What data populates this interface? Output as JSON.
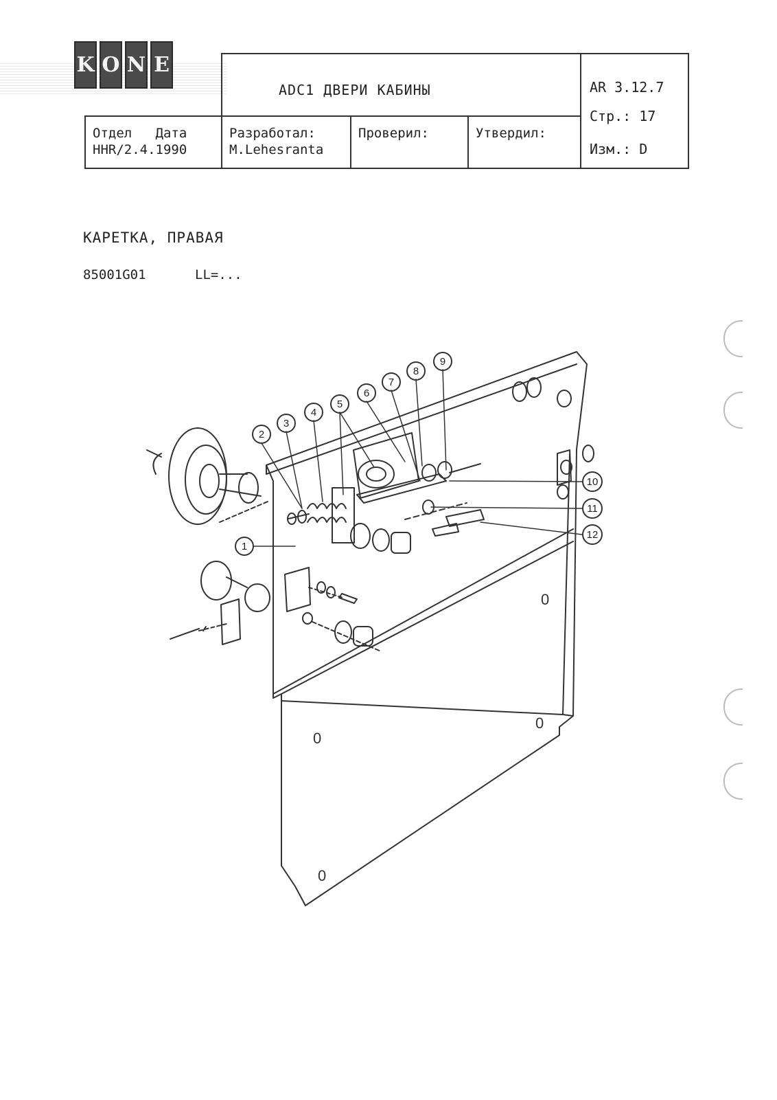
{
  "logo": {
    "letters": [
      "K",
      "O",
      "N",
      "E"
    ]
  },
  "title_block": {
    "title": "ADC1 ДВЕРИ КАБИНЫ",
    "code": "AR 3.12.7",
    "page_label": "Стр.: 17",
    "revision_label": "Изм.: D",
    "department": "Отдел   Дата\nHHR/2.4.1990",
    "designed_by": "Разработал:\nM.Lehesranta",
    "checked_by": "Проверил:",
    "approved_by": "Утвердил:"
  },
  "content": {
    "heading": "КАРЕТКА, ПРАВАЯ",
    "part_number": "85001G01",
    "length_note": "LL=..."
  },
  "drawing": {
    "callouts": [
      "1",
      "2",
      "3",
      "4",
      "5",
      "6",
      "7",
      "8",
      "9",
      "10",
      "11",
      "12"
    ],
    "slot_marks": [
      "0",
      "0",
      "0",
      "0"
    ]
  }
}
